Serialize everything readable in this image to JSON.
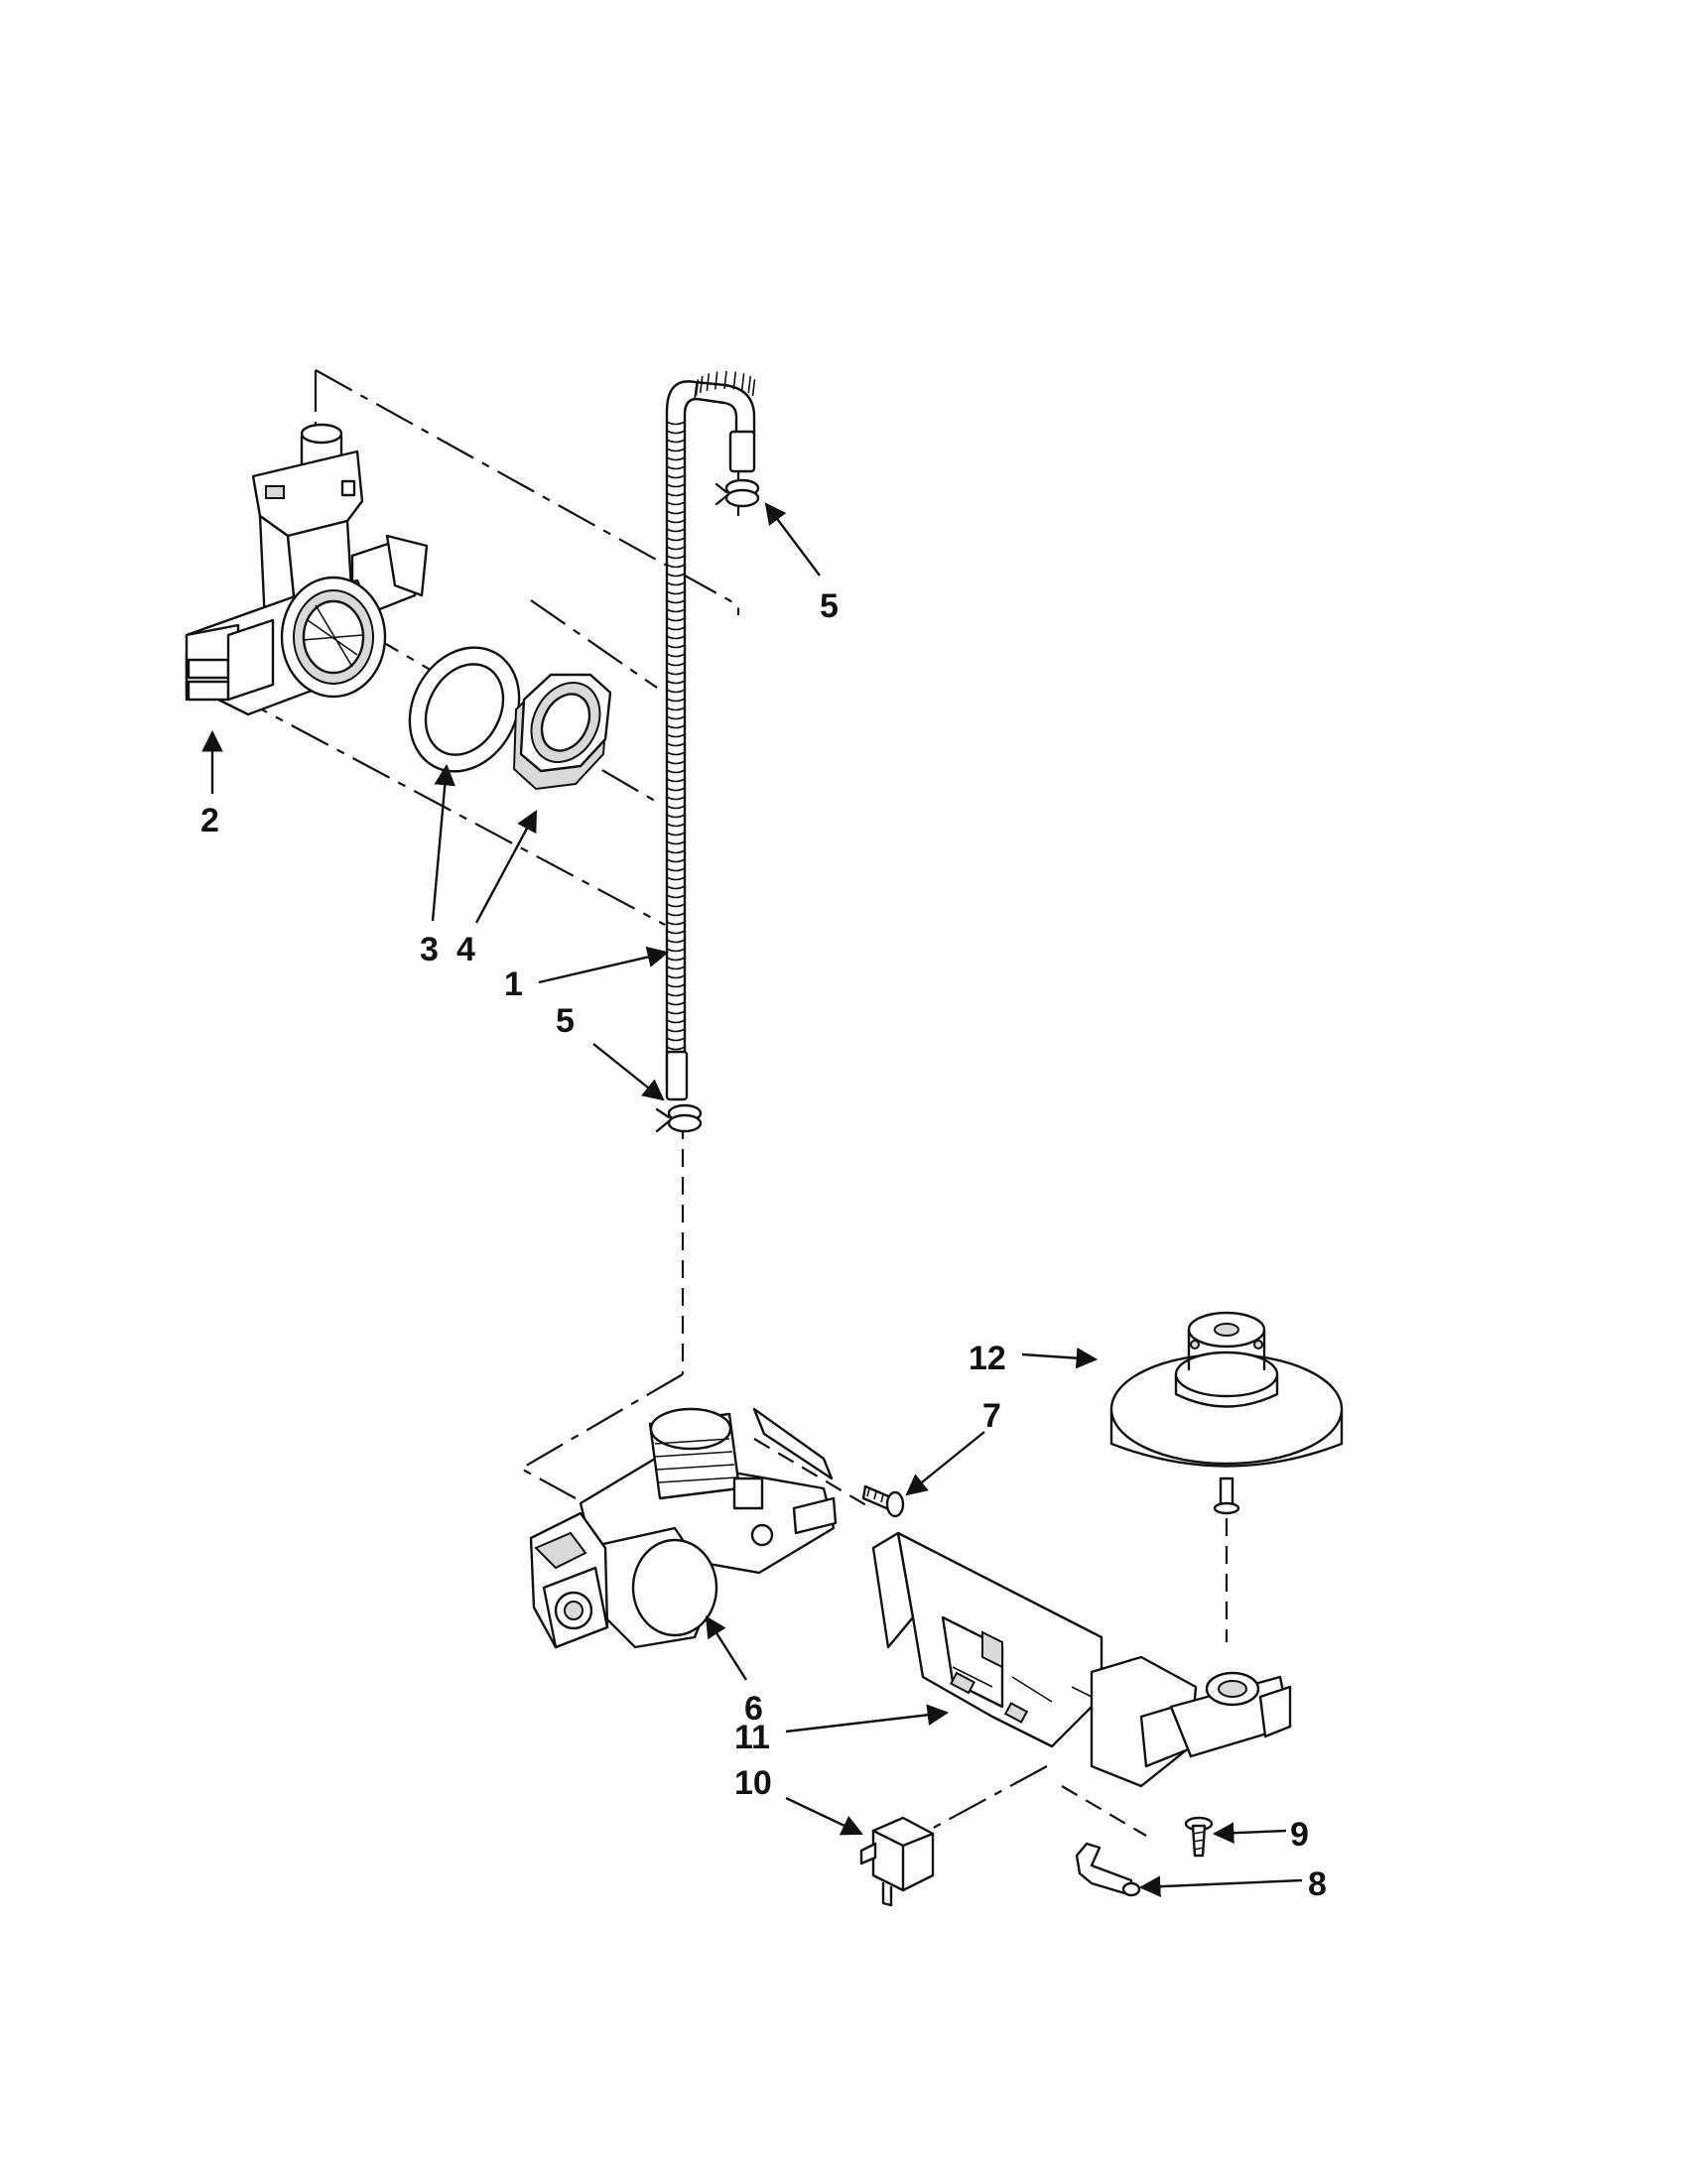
{
  "callouts": [
    {
      "id": "c1",
      "label": "1"
    },
    {
      "id": "c2",
      "label": "2"
    },
    {
      "id": "c3",
      "label": "3"
    },
    {
      "id": "c4",
      "label": "4"
    },
    {
      "id": "c5a",
      "label": "5"
    },
    {
      "id": "c5b",
      "label": "5"
    },
    {
      "id": "c6",
      "label": "6"
    },
    {
      "id": "c7",
      "label": "7"
    },
    {
      "id": "c8",
      "label": "8"
    },
    {
      "id": "c9",
      "label": "9"
    },
    {
      "id": "c10",
      "label": "10"
    },
    {
      "id": "c11",
      "label": "11"
    },
    {
      "id": "c12",
      "label": "12"
    }
  ],
  "colors": {
    "ink": "#111111",
    "paper": "#ffffff",
    "shade": "#d9d9d9"
  }
}
